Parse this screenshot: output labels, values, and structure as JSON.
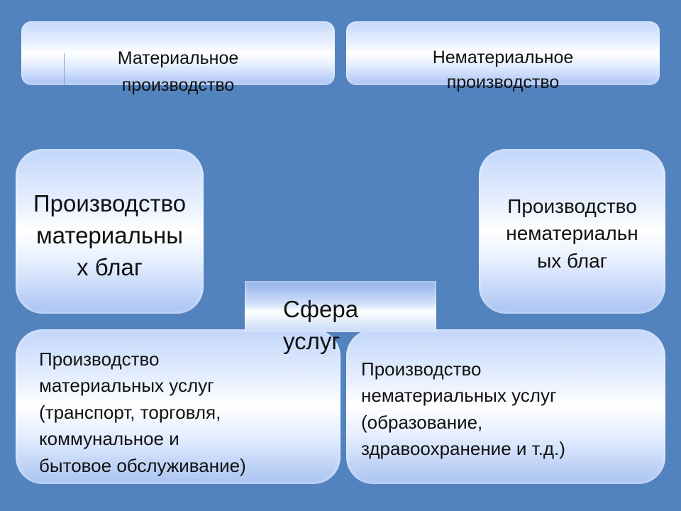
{
  "diagram": {
    "top_left": "Материальное\nпроизводство",
    "top_right": "Нематериальное\nпроизводство",
    "mid_left": "Производство\nматериальны\nх благ",
    "mid_right": "Производство\nнематериальн\nых благ",
    "center": "Сфера\nуслуг",
    "bottom_left": "Производство\nматериальных услуг\n(транспорт, торговля,\nкоммунальное  и\nбытовое обслуживание)",
    "bottom_right": "Производство\nнематериальных услуг\n(образование,\nздравоохранение и т.д.)"
  }
}
